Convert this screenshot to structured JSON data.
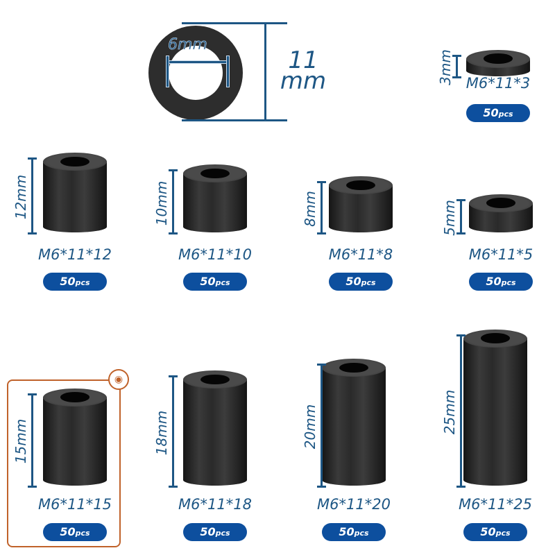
{
  "diagram": {
    "outer_diameter": {
      "value": "11",
      "unit": "mm"
    },
    "inner_diameter": "6mm"
  },
  "colors": {
    "accent": "#1d5684",
    "badge": "#0d4f9e",
    "highlight": "#c0622a"
  },
  "items": [
    {
      "height_mm": 3,
      "height_label": "3mm",
      "name": "M6*11*3",
      "qty": "50",
      "qty_unit": "pcs"
    },
    {
      "height_mm": 12,
      "height_label": "12mm",
      "name": "M6*11*12",
      "qty": "50",
      "qty_unit": "pcs"
    },
    {
      "height_mm": 10,
      "height_label": "10mm",
      "name": "M6*11*10",
      "qty": "50",
      "qty_unit": "pcs"
    },
    {
      "height_mm": 8,
      "height_label": "8mm",
      "name": "M6*11*8",
      "qty": "50",
      "qty_unit": "pcs"
    },
    {
      "height_mm": 5,
      "height_label": "5mm",
      "name": "M6*11*5",
      "qty": "50",
      "qty_unit": "pcs"
    },
    {
      "height_mm": 15,
      "height_label": "15mm",
      "name": "M6*11*15",
      "qty": "50",
      "qty_unit": "pcs",
      "selected": true
    },
    {
      "height_mm": 18,
      "height_label": "18mm",
      "name": "M6*11*18",
      "qty": "50",
      "qty_unit": "pcs"
    },
    {
      "height_mm": 20,
      "height_label": "20mm",
      "name": "M6*11*20",
      "qty": "50",
      "qty_unit": "pcs"
    },
    {
      "height_mm": 25,
      "height_label": "25mm",
      "name": "M6*11*25",
      "qty": "50",
      "qty_unit": "pcs"
    }
  ]
}
